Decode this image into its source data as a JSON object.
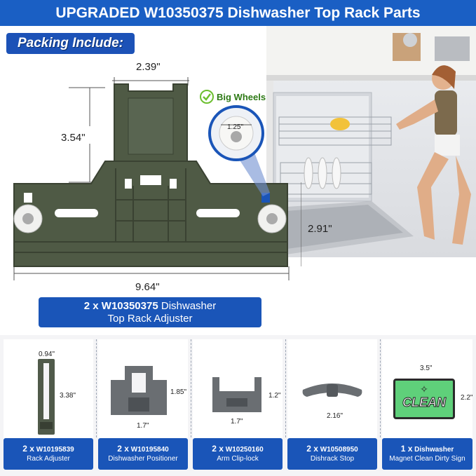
{
  "header": {
    "title": "UPGRADED W10350375 Dishwasher Top Rack Parts"
  },
  "packing": {
    "label": "Packing Include:"
  },
  "main_part": {
    "dim_top": "2.39\"",
    "dim_height": "3.54\"",
    "dim_right": "2.91\"",
    "dim_width": "9.64\"",
    "wheel_callout": "Big Wheels",
    "wheel_size": "1.25\"",
    "label_qty": "2 x W10350375",
    "label_line1_rest": " Dishwasher",
    "label_line2": "Top Rack Adjuster"
  },
  "parts": [
    {
      "qty": "2 x",
      "code": "W10195839",
      "name": "Rack Adjuster",
      "dim_a": "0.94\"",
      "dim_b": "3.38\""
    },
    {
      "qty": "2 x",
      "code": "W10195840",
      "name": "Dishwasher Positioner",
      "dim_a": "1.85\"",
      "dim_b": "1.7\""
    },
    {
      "qty": "2 x",
      "code": "W10250160",
      "name": "Arm Clip-lock",
      "dim_a": "1.2\"",
      "dim_b": "1.7\""
    },
    {
      "qty": "2 x",
      "code": "W10508950",
      "name": "Dishrack Stop",
      "dim_a": "2.16\""
    },
    {
      "qty": "1 x",
      "code": "Dishwasher",
      "name": "Magnet Clean Dirty Sign",
      "dim_a": "3.5\"",
      "dim_b": "2.2\"",
      "sign_text": "CLEAN"
    }
  ],
  "colors": {
    "brand_blue": "#1a55b8",
    "part_green": "#4f5a45",
    "sign_green": "#5fd07a"
  },
  "icons": [
    "check-circle-icon"
  ]
}
